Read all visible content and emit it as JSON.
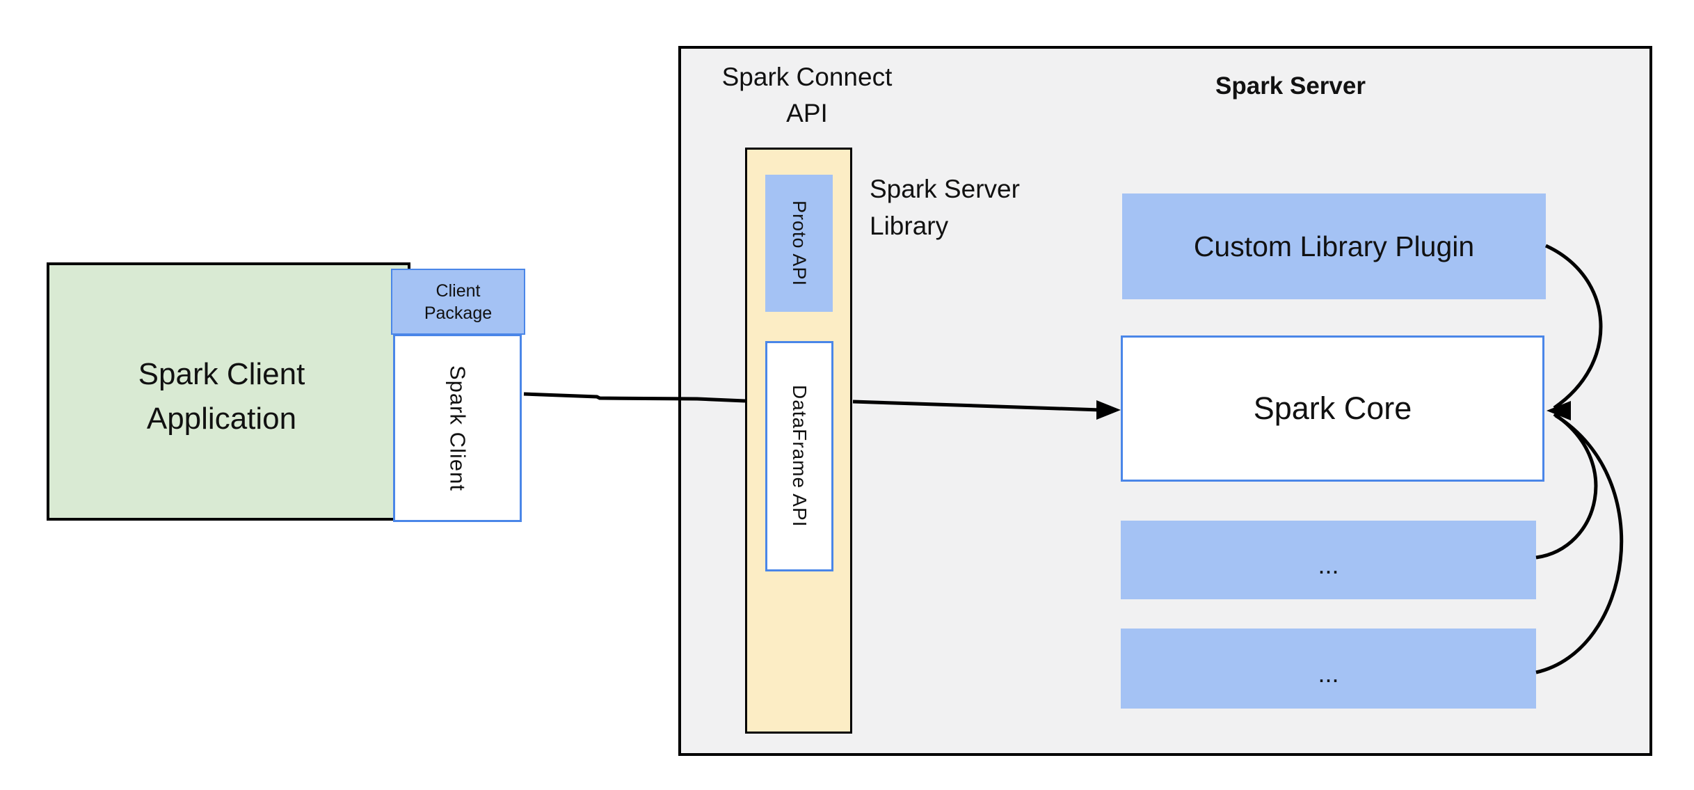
{
  "client": {
    "app_label": "Spark Client\nApplication",
    "package_label": "Client\nPackage",
    "spark_client_label": "Spark Client"
  },
  "connect": {
    "api_title": "Spark Connect\nAPI",
    "library_label": "Spark Server\nLibrary",
    "proto_label": "Proto API",
    "dataframe_label": "DataFrame API"
  },
  "server": {
    "title": "Spark Server",
    "plugin_label": "Custom Library Plugin",
    "core_label": "Spark Core",
    "dots1_label": "...",
    "dots2_label": "..."
  },
  "colors": {
    "green_fill": "#d9ead3",
    "blue_fill": "#a4c2f4",
    "yellow_fill": "#fcedc5",
    "gray_fill": "#f1f1f2",
    "blue_border": "#4a86e8",
    "black": "#000000",
    "white": "#ffffff"
  }
}
